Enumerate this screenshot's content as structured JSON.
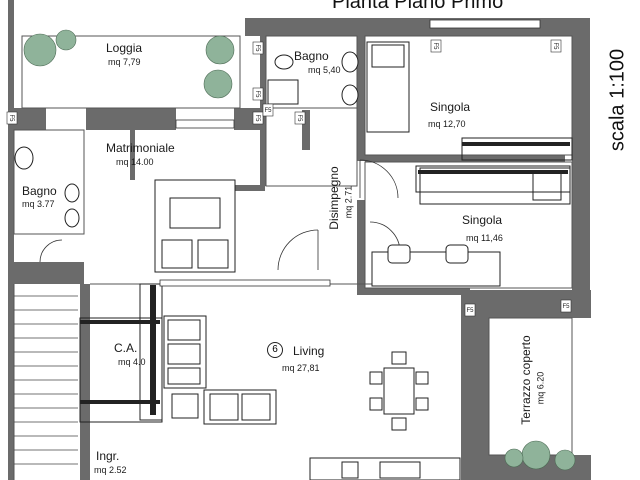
{
  "title": "Pianta Piano Primo",
  "scale": "scala 1:100",
  "rooms": {
    "loggia": {
      "name": "Loggia",
      "area": "mq 7,79"
    },
    "bagno1": {
      "name": "Bagno",
      "area": "mq 5,40"
    },
    "singola1": {
      "name": "Singola",
      "area": "mq 12,70"
    },
    "matrimoniale": {
      "name": "Matrimoniale",
      "area": "mq 14.00"
    },
    "bagno2": {
      "name": "Bagno",
      "area": "mq 3.77"
    },
    "disimpegno": {
      "name": "Disimpegno",
      "area": "mq 2.71"
    },
    "singola2": {
      "name": "Singola",
      "area": "mq 11,46"
    },
    "ca": {
      "name": "C.A.",
      "area": "mq 4.0"
    },
    "living": {
      "name": "Living",
      "area": "mq 27,81",
      "number": "6"
    },
    "terrazzo": {
      "name": "Terrazzo coperto",
      "area": "mq 6.20"
    },
    "ingr": {
      "name": "Ingr.",
      "area": "mq 2.52"
    }
  },
  "window_tag": "F5"
}
